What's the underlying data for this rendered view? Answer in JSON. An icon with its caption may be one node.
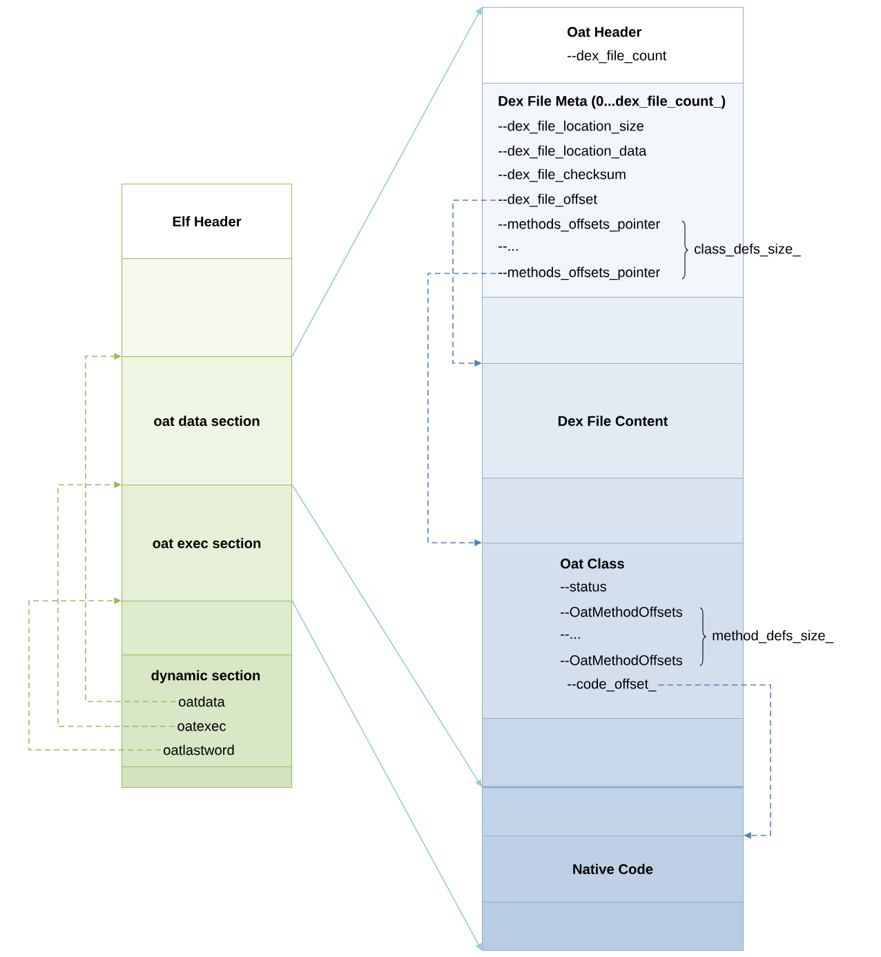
{
  "diagram": {
    "nodes": [
      {
        "text": [
          "Elf Header"
        ]
      },
      {
        "text": [],
        "shape": "box"
      },
      {
        "text": [
          "oat data section"
        ]
      },
      {
        "text": [
          "oat exec section"
        ]
      },
      {
        "text": [],
        "shape": "box"
      },
      {
        "text": [
          "dynamic section"
        ]
      },
      {
        "text": [
          "oatdata"
        ],
        "in": 5
      },
      {
        "text": [
          "oatexec"
        ],
        "in": 5
      },
      {
        "text": [
          "oatlastword"
        ],
        "in": 5
      },
      {
        "text": [],
        "shape": "box"
      },
      {
        "text": [
          "Oat Header",
          "--dex_file_count"
        ]
      },
      {
        "text": [
          "Dex File Meta (0...dex_file_count_)",
          "--dex_file_location_size",
          "--dex_file_location_data",
          "--dex_file_checksum"
        ]
      },
      {
        "text": [
          "--dex_file_offset"
        ],
        "in": 11
      },
      {
        "text": [
          "--methods_offsets_pointer"
        ],
        "in": 11
      },
      {
        "text": [
          "--..."
        ],
        "in": 11
      },
      {
        "text": [
          "--methods_offsets_pointer"
        ],
        "in": 11
      },
      {
        "text": [],
        "shape": "box"
      },
      {
        "text": [
          "Dex File Content"
        ]
      },
      {
        "text": [],
        "shape": "box"
      },
      {
        "text": [
          "Oat Class",
          "--status",
          "--OatMethodOffsets",
          "--...",
          "--OatMethodOffsets"
        ]
      },
      {
        "text": [
          "--code_offset_"
        ],
        "in": 19
      },
      {
        "text": [],
        "shape": "box"
      },
      {
        "text": [],
        "shape": "box"
      },
      {
        "text": [
          "Native Code"
        ]
      },
      {
        "text": [],
        "shape": "box"
      }
    ],
    "edges": [
      {
        "from": 6,
        "to": 2,
        "arrow": "to",
        "style": "dashed",
        "color": "#9bbb59"
      },
      {
        "from": 7,
        "to": 3,
        "arrow": "to",
        "style": "dashed",
        "color": "#9bbb59"
      },
      {
        "from": 8,
        "to": 4,
        "arrow": "to",
        "style": "dashed",
        "color": "#9bbb59"
      },
      {
        "from": 12,
        "to": 17,
        "arrow": "to",
        "style": "dashed",
        "color": "#4f81bd"
      },
      {
        "from": 15,
        "to": 19,
        "arrow": "to",
        "style": "dashed",
        "color": "#4f81bd"
      },
      {
        "from": 20,
        "to": 23,
        "arrow": "to",
        "style": "dashed",
        "color": "#4f81bd"
      },
      {
        "from": 2,
        "to": 10,
        "arrow": "to",
        "color": "#93cddd"
      },
      {
        "from": 3,
        "to": 22,
        "arrow": "to",
        "color": "#93cddd"
      },
      {
        "from": 4,
        "to": 24,
        "arrow": "to",
        "color": "#93cddd"
      }
    ],
    "labels": [
      "class_defs_size_",
      "method_defs_size_"
    ]
  }
}
